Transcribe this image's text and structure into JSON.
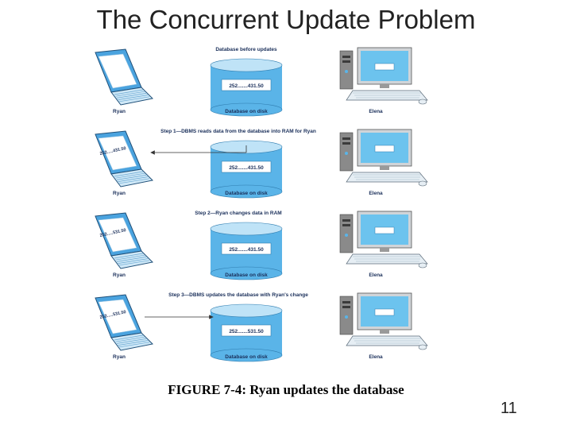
{
  "slide": {
    "title": "The Concurrent Update Problem",
    "caption": "FIGURE 7-4: Ryan updates the database",
    "page_number": "11"
  },
  "figure": {
    "colors": {
      "laptop": "#4aa3df",
      "database": "#5ab4e8",
      "label": "#1a2f5a",
      "monitor": "#6cc3ee"
    },
    "panels": [
      {
        "header": "Database before updates",
        "db_value": "252.......431.50",
        "ram_value": "",
        "left_label": "Ryan",
        "center_label": "Database on disk",
        "right_label": "Elena",
        "arrow": "none"
      },
      {
        "header": "Step 1—DBMS reads data from the database into RAM for Ryan",
        "db_value": "252.......431.50",
        "ram_value": "252.....431.50",
        "left_label": "Ryan",
        "center_label": "Database on disk",
        "right_label": "Elena",
        "arrow": "to-ryan"
      },
      {
        "header": "Step 2—Ryan changes data in RAM",
        "db_value": "252.......431.50",
        "ram_value": "252.....531.50",
        "left_label": "Ryan",
        "center_label": "Database on disk",
        "right_label": "Elena",
        "arrow": "none"
      },
      {
        "header": "Step 3—DBMS updates the database with Ryan's change",
        "db_value": "252.......531.50",
        "ram_value": "252.....531.50",
        "left_label": "Ryan",
        "center_label": "Database on disk",
        "right_label": "Elena",
        "arrow": "to-db"
      }
    ]
  }
}
